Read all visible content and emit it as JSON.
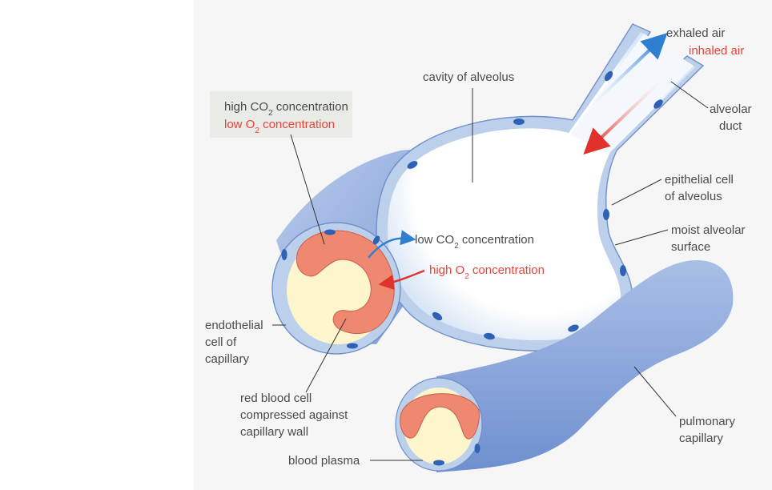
{
  "labels": {
    "high_co2": {
      "pre": "high CO",
      "sub": "2",
      "post": " concentration"
    },
    "low_o2": {
      "pre": "low O",
      "sub": "2",
      "post": " concentration"
    },
    "cavity": "cavity of alveolus",
    "exhaled": "exhaled air",
    "inhaled": "inhaled air",
    "duct_1": "alveolar",
    "duct_2": "duct",
    "epi_1": "epithelial cell",
    "epi_2": "of alveolus",
    "moist_1": "moist alveolar",
    "moist_2": "surface",
    "low_co2": {
      "pre": "low CO",
      "sub": "2",
      "post": " concentration"
    },
    "high_o2": {
      "pre": "high O",
      "sub": "2",
      "post": " concentration"
    },
    "endo_1": "endothelial",
    "endo_2": "cell of",
    "endo_3": "capillary",
    "rbc_1": "red blood cell",
    "rbc_2": "compressed against",
    "rbc_3": "capillary wall",
    "plasma": "blood plasma",
    "pulm_1": "pulmonary",
    "pulm_2": "capillary"
  },
  "colors": {
    "panel": "#f6f6f6",
    "membrane": "#bcd0ec",
    "membrane_edge": "#6e8fc9",
    "nucleus": "#2f62b4",
    "capillary": "#8ea9dc",
    "plasma": "#fdf6cc",
    "rbc": "#ee8870",
    "red_text": "#e8443a",
    "blue_arrow": "#2f7fd0",
    "label_box": "#e8ebe6"
  }
}
